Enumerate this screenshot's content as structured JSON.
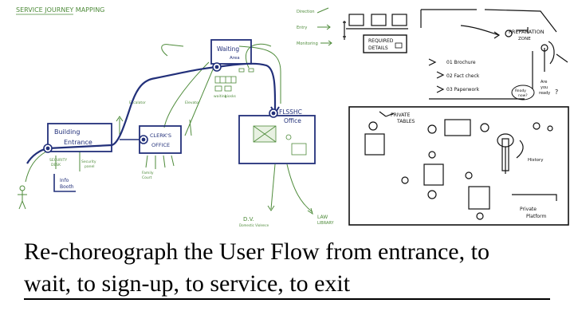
{
  "left_sketch": {
    "title": "SERVICE JOURNEY MAPPING",
    "legend": [
      "Direction",
      "Entry",
      "Monitoring"
    ],
    "building_entrance": [
      "Building",
      "Entrance"
    ],
    "security_desk": [
      "SECURITY",
      "DESK"
    ],
    "security_panel": [
      "Security",
      "panel"
    ],
    "info_booth": [
      "Info",
      "Booth"
    ],
    "clerks_office": [
      "CLERK'S",
      "OFFICE"
    ],
    "waiting_area": [
      "Waiting",
      "Area"
    ],
    "flsshc_office": [
      "FLSSHC",
      "Office"
    ],
    "escalator_label": "Escalator",
    "elevator_label": "Elevator",
    "family_court": [
      "Family",
      "Court"
    ],
    "kiosks": "kiosks",
    "waiting_note": "waiting",
    "dv_label": [
      "D.V.",
      "Domestic Violence"
    ],
    "law_library": [
      "LAW",
      "LIBRARY"
    ],
    "brand_color": "#22307a",
    "sketch_color": "#4e8b3a"
  },
  "right_top_sketch": {
    "preparation_zone": [
      "PREPARATION",
      "ZONE"
    ],
    "required_details": [
      "REQUIRED",
      "DETAILS"
    ],
    "steps": [
      "01  Brochure",
      "02  Fact check",
      "03  Paperwork"
    ],
    "bubble_ready": [
      "Ready",
      "now?"
    ],
    "bubble_are_you": [
      "Are",
      "you",
      "ready",
      "?"
    ]
  },
  "right_bottom_sketch": {
    "private_tables": [
      "PRIVATE",
      "TABLES"
    ],
    "history": "History",
    "private_platform": [
      "Private",
      "Platform"
    ]
  },
  "caption": {
    "line1": "Re-choreograph the User Flow from entrance, to",
    "line2": "wait, to sign-up, to service, to exit"
  }
}
